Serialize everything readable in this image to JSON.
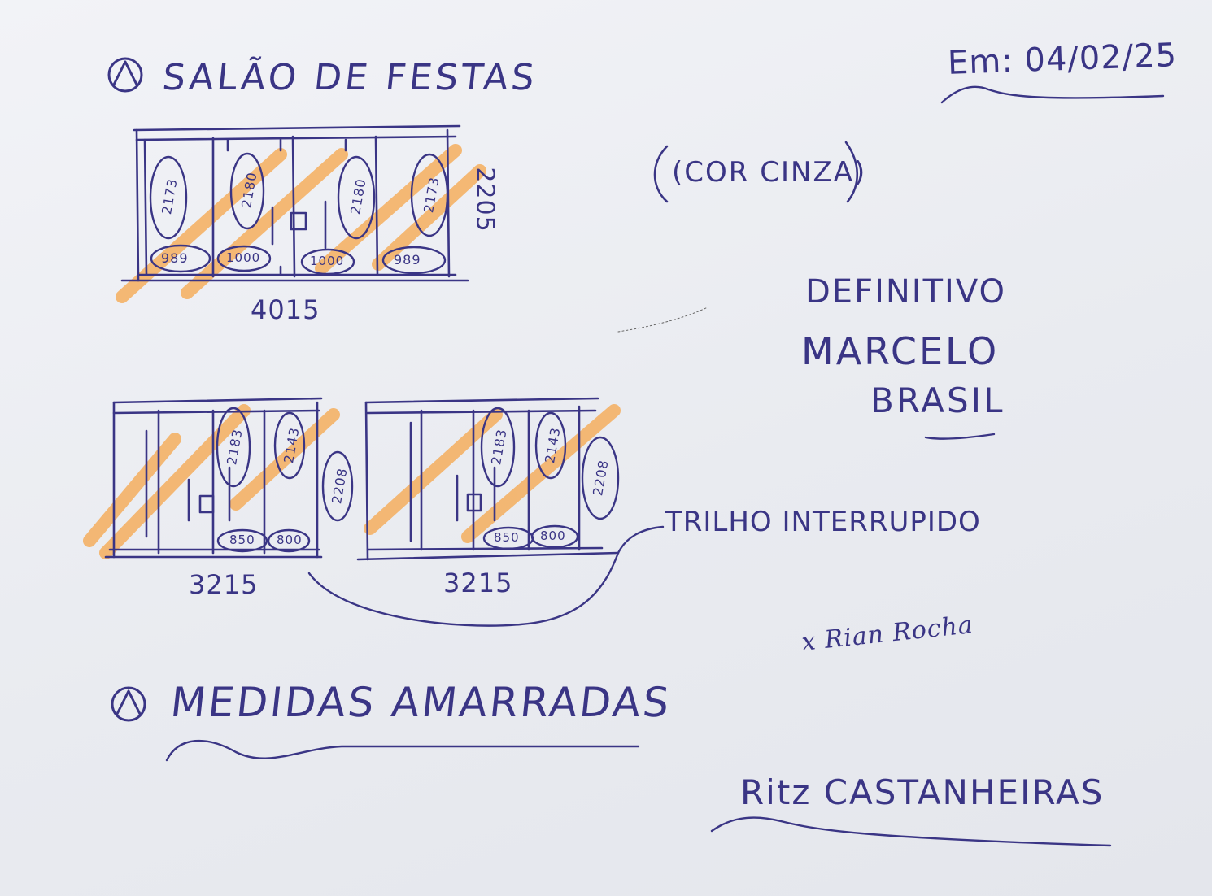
{
  "header": {
    "section1_title": "SALÃO DE FESTAS",
    "date": "Em: 04/02/25"
  },
  "notes": {
    "color": "(COR CINZA)",
    "status": "DEFINITIVO",
    "person_first": "MARCELO",
    "person_last": "BRASIL",
    "rail": "TRILHO INTERRUPIDO",
    "signature": "x Rian Rocha",
    "client": "Ritz CASTANHEIRAS"
  },
  "section2": {
    "title": "MEDIDAS AMARRADAS"
  },
  "drawing1": {
    "labels": [
      "2173",
      "2180",
      "2180",
      "2173"
    ],
    "bottom_labels": [
      "989",
      "1000",
      "1000",
      "989"
    ],
    "height": "2205",
    "width": "4015"
  },
  "drawing2": {
    "labels": [
      "2183",
      "2143"
    ],
    "bottom_labels": [
      "850",
      "800"
    ],
    "height": "2208",
    "width": "3215"
  },
  "drawing3": {
    "labels": [
      "2183",
      "2143"
    ],
    "bottom_labels": [
      "850",
      "800"
    ],
    "height": "2208",
    "width": "3215"
  },
  "colors": {
    "ink": "#3a3585",
    "highlighter": "#f6a64a",
    "paper": "#eceef3"
  }
}
